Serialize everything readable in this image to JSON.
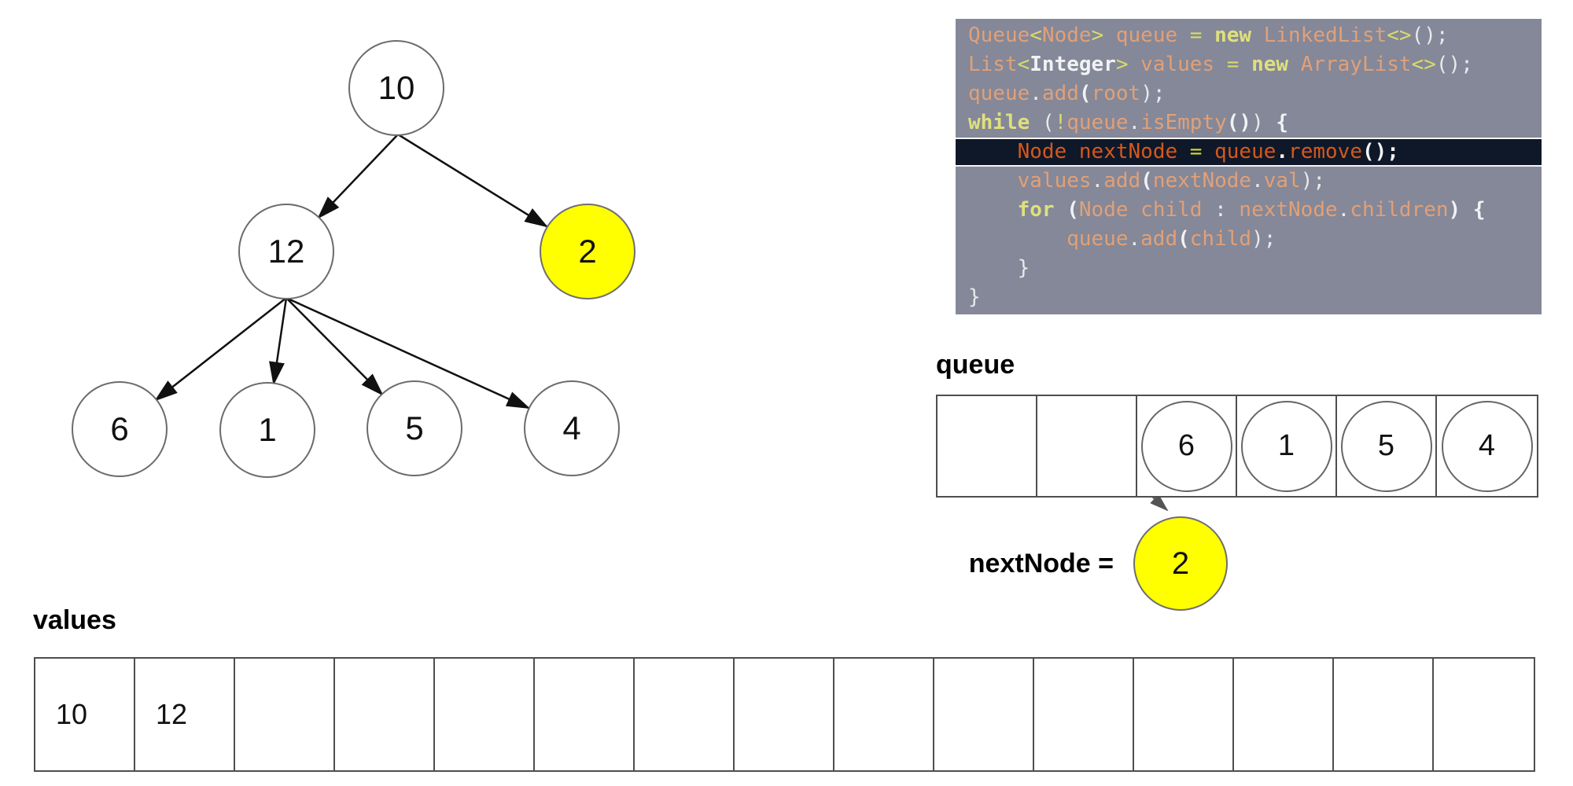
{
  "tree": {
    "nodes": [
      {
        "value": "10"
      },
      {
        "value": "12"
      },
      {
        "value": "2",
        "highlighted": true
      },
      {
        "value": "6"
      },
      {
        "value": "1"
      },
      {
        "value": "5"
      },
      {
        "value": "4"
      }
    ]
  },
  "code": {
    "lines": [
      {
        "hl": false,
        "tokens": [
          [
            "Queue",
            "o"
          ],
          [
            "<",
            "y"
          ],
          [
            "Node",
            "o"
          ],
          [
            ">",
            "y"
          ],
          [
            " queue ",
            "o"
          ],
          [
            "=",
            "y"
          ],
          [
            " ",
            "w"
          ],
          [
            "new",
            "k"
          ],
          [
            " ",
            "w"
          ],
          [
            "LinkedList",
            "o"
          ],
          [
            "<>",
            "y"
          ],
          [
            "();",
            "w"
          ]
        ]
      },
      {
        "hl": false,
        "tokens": [
          [
            "List",
            "o"
          ],
          [
            "<",
            "y"
          ],
          [
            "Integer",
            "W"
          ],
          [
            ">",
            "y"
          ],
          [
            " values ",
            "o"
          ],
          [
            "=",
            "y"
          ],
          [
            " ",
            "w"
          ],
          [
            "new",
            "k"
          ],
          [
            " ",
            "w"
          ],
          [
            "ArrayList",
            "o"
          ],
          [
            "<>",
            "y"
          ],
          [
            "();",
            "w"
          ]
        ]
      },
      {
        "hl": false,
        "tokens": [
          [
            "queue",
            "o"
          ],
          [
            ".",
            "w"
          ],
          [
            "add",
            "o"
          ],
          [
            "(",
            "W"
          ],
          [
            "root",
            "o"
          ],
          [
            ");",
            "w"
          ]
        ]
      },
      {
        "hl": false,
        "tokens": [
          [
            "while",
            "k"
          ],
          [
            " ",
            "w"
          ],
          [
            "(",
            "w"
          ],
          [
            "!",
            "y"
          ],
          [
            "queue",
            "o"
          ],
          [
            ".",
            "w"
          ],
          [
            "isEmpty",
            "o"
          ],
          [
            "()",
            "W"
          ],
          [
            ")",
            "w"
          ],
          [
            " {",
            "W"
          ]
        ]
      },
      {
        "hl": true,
        "tokens": [
          [
            "    ",
            "w"
          ],
          [
            "Node",
            "R"
          ],
          [
            " ",
            "w"
          ],
          [
            "nextNode",
            "R"
          ],
          [
            " ",
            "w"
          ],
          [
            "=",
            "Y"
          ],
          [
            " ",
            "w"
          ],
          [
            "queue",
            "R"
          ],
          [
            ".",
            "V"
          ],
          [
            "remove",
            "R"
          ],
          [
            "();",
            "V"
          ]
        ]
      },
      {
        "hl": false,
        "tokens": [
          [
            "    values",
            "o"
          ],
          [
            ".",
            "w"
          ],
          [
            "add",
            "o"
          ],
          [
            "(",
            "W"
          ],
          [
            "nextNode",
            "o"
          ],
          [
            ".",
            "w"
          ],
          [
            "val",
            "o"
          ],
          [
            ");",
            "w"
          ]
        ]
      },
      {
        "hl": false,
        "tokens": [
          [
            "    ",
            "w"
          ],
          [
            "for",
            "k"
          ],
          [
            " ",
            "w"
          ],
          [
            "(",
            "W"
          ],
          [
            "Node",
            "o"
          ],
          [
            " child ",
            "o"
          ],
          [
            ":",
            "w"
          ],
          [
            " nextNode",
            "o"
          ],
          [
            ".",
            "w"
          ],
          [
            "children",
            "o"
          ],
          [
            ")",
            "W"
          ],
          [
            " {",
            "W"
          ]
        ]
      },
      {
        "hl": false,
        "tokens": [
          [
            "        queue",
            "o"
          ],
          [
            ".",
            "w"
          ],
          [
            "add",
            "o"
          ],
          [
            "(",
            "W"
          ],
          [
            "child",
            "o"
          ],
          [
            ");",
            "w"
          ]
        ]
      },
      {
        "hl": false,
        "tokens": [
          [
            "    }",
            "w"
          ]
        ]
      },
      {
        "hl": false,
        "tokens": [
          [
            "}",
            "w"
          ]
        ]
      }
    ]
  },
  "queue_section": {
    "label": "queue",
    "cells": [
      "",
      "",
      "6",
      "1",
      "5",
      "4"
    ]
  },
  "next_node": {
    "label": "nextNode =",
    "value": "2"
  },
  "values_section": {
    "label": "values",
    "cells": [
      "10",
      "12",
      "",
      "",
      "",
      "",
      "",
      "",
      "",
      "",
      "",
      "",
      "",
      "",
      ""
    ]
  },
  "colors": {
    "highlight_node_fill": "#ffff00",
    "code_background": "#848898",
    "code_highlight_background": "#0f1828",
    "code_orange": "#e1a078",
    "code_keyword_yellow": "#dfe07c",
    "code_bright_orange": "#d5581d"
  }
}
